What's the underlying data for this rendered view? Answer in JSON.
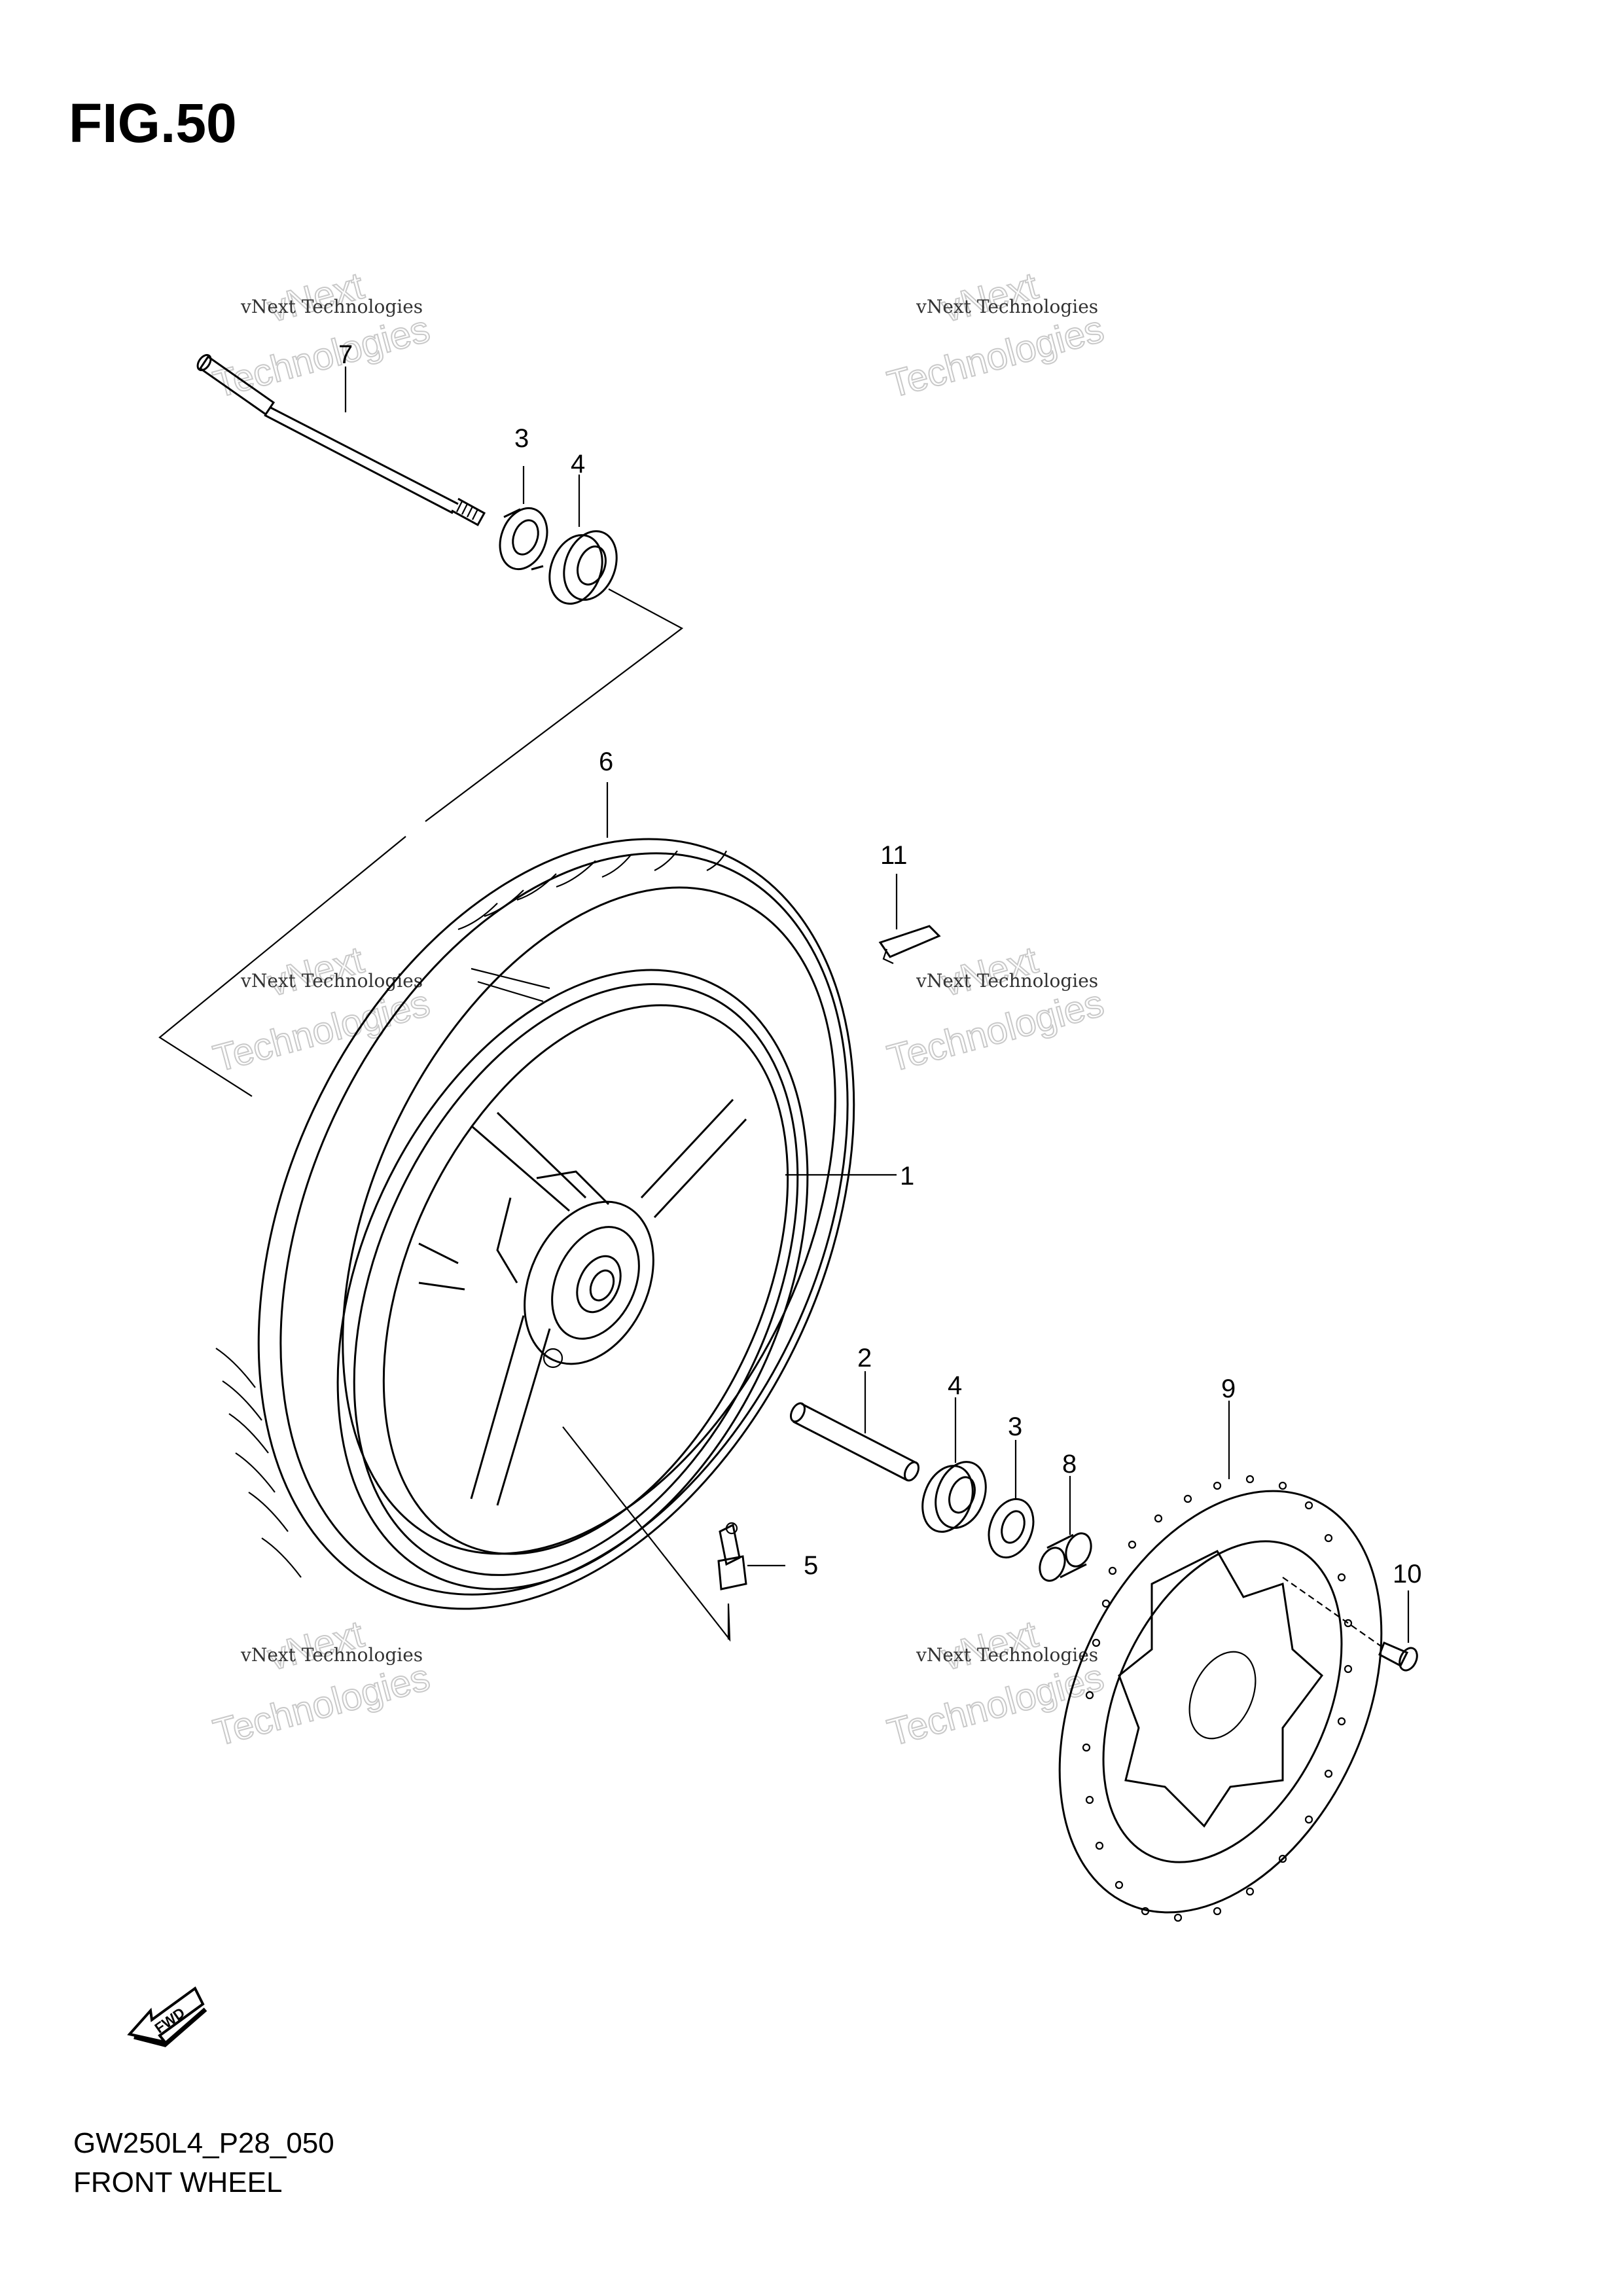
{
  "figure": {
    "title": "FIG.50",
    "code": "GW250L4_P28_050",
    "name": "FRONT WHEEL"
  },
  "watermark": {
    "small": "vNext Technologies",
    "big_line1": "vNext",
    "big_line2": "Technologies"
  },
  "fwd_label": "FWD",
  "callouts": {
    "c1": "1",
    "c2": "2",
    "c3a": "3",
    "c3b": "3",
    "c4a": "4",
    "c4b": "4",
    "c5": "5",
    "c6": "6",
    "c7": "7",
    "c8": "8",
    "c9": "9",
    "c10": "10",
    "c11": "11"
  }
}
